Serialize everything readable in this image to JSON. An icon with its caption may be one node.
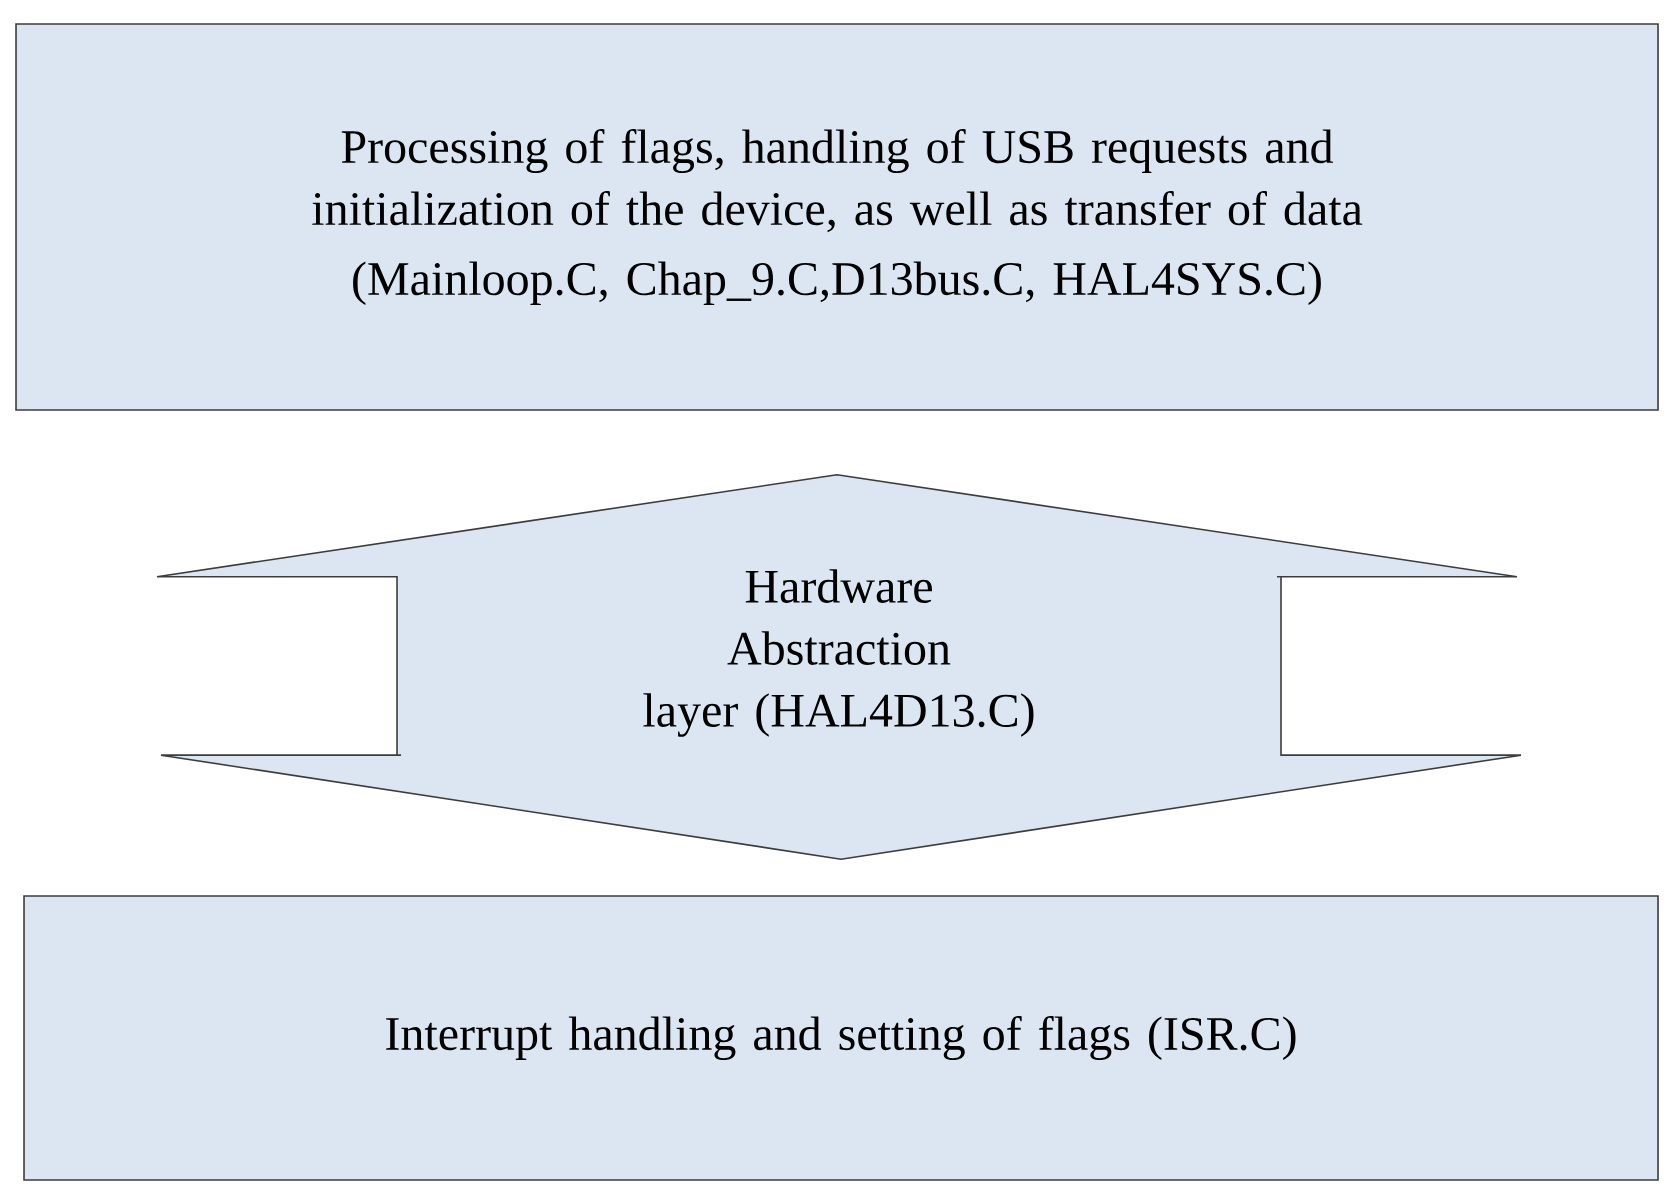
{
  "diagram": {
    "nodes": [
      {
        "text": [
          "Processing of flags, handling of USB requests and initialization of the device, as well as transfer of data",
          "(Mainloop.C, Chap_9.C,D13bus.C, HAL4SYS.C)"
        ]
      },
      {
        "text": [
          "Interrupt handling and setting of flags (ISR.C)"
        ]
      }
    ],
    "edges": [
      {
        "from": 1,
        "to": 0,
        "arrow": "both",
        "label": "Hardware Abstraction layer (HAL4D13.C)"
      }
    ]
  }
}
